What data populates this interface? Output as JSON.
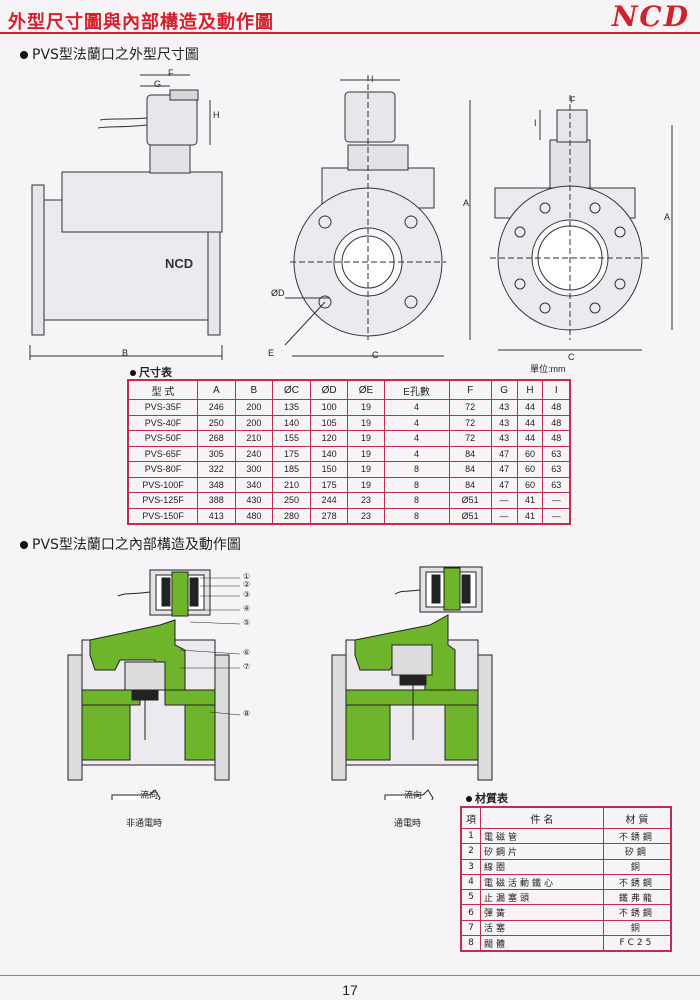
{
  "header": {
    "title": "外型尺寸圖與內部構造及動作圖",
    "logo": "NCD"
  },
  "section1": {
    "title": "PVS型法蘭口之外型尺寸圖"
  },
  "drawing_labels": {
    "F": "F",
    "G": "G",
    "H": "H",
    "I": "I",
    "A": "A",
    "B": "B",
    "C": "C",
    "D": "ØD",
    "E": "E",
    "body_mark": "NCD"
  },
  "unit": "單位:mm",
  "dim_table": {
    "title": "尺寸表",
    "headers": [
      "型 式",
      "A",
      "B",
      "ØC",
      "ØD",
      "ØE",
      "E孔數",
      "F",
      "G",
      "H",
      "I"
    ],
    "rows": [
      [
        "PVS-35F",
        "246",
        "200",
        "135",
        "100",
        "19",
        "4",
        "72",
        "43",
        "44",
        "48"
      ],
      [
        "PVS-40F",
        "250",
        "200",
        "140",
        "105",
        "19",
        "4",
        "72",
        "43",
        "44",
        "48"
      ],
      [
        "PVS-50F",
        "268",
        "210",
        "155",
        "120",
        "19",
        "4",
        "72",
        "43",
        "44",
        "48"
      ],
      [
        "PVS-65F",
        "305",
        "240",
        "175",
        "140",
        "19",
        "4",
        "84",
        "47",
        "60",
        "63"
      ],
      [
        "PVS-80F",
        "322",
        "300",
        "185",
        "150",
        "19",
        "8",
        "84",
        "47",
        "60",
        "63"
      ],
      [
        "PVS-100F",
        "348",
        "340",
        "210",
        "175",
        "19",
        "8",
        "84",
        "47",
        "60",
        "63"
      ],
      [
        "PVS-125F",
        "388",
        "430",
        "250",
        "244",
        "23",
        "8",
        "Ø51",
        "—",
        "41",
        "—"
      ],
      [
        "PVS-150F",
        "413",
        "480",
        "280",
        "278",
        "23",
        "8",
        "Ø51",
        "—",
        "41",
        "—"
      ]
    ]
  },
  "section2": {
    "title": "PVS型法蘭口之內部構造及動作圖"
  },
  "callouts": [
    "①",
    "②",
    "③",
    "④",
    "⑤",
    "⑥",
    "⑦",
    "⑧"
  ],
  "flow": {
    "left_arrow": "流向",
    "left_caption": "非通電時",
    "right_arrow": "流向",
    "right_caption": "通電時"
  },
  "material_table": {
    "title": "材質表",
    "headers": [
      "項",
      "件 名",
      "材 質"
    ],
    "rows": [
      [
        "1",
        "電磁管",
        "不銹鋼"
      ],
      [
        "2",
        "矽鋼片",
        "矽鋼"
      ],
      [
        "3",
        "線圈",
        "銅"
      ],
      [
        "4",
        "電磁活動鐵心",
        "不銹鋼"
      ],
      [
        "5",
        "止漏塞頭",
        "鐵弗龍"
      ],
      [
        "6",
        "彈簧",
        "不銹鋼"
      ],
      [
        "7",
        "活塞",
        "銅"
      ],
      [
        "8",
        "閥體",
        "FC25"
      ]
    ]
  },
  "page_number": "17",
  "colors": {
    "accent": "#d4202a",
    "table_border": "#c0304a",
    "valve_green": "#6fb52c"
  }
}
